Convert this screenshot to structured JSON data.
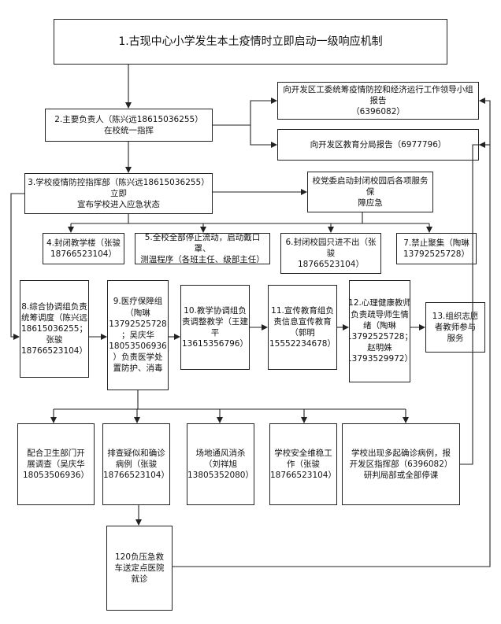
{
  "nodes": {
    "n1": "1.古现中心小学发生本土疫情时立即启动一级响应机制",
    "n2": "2.主要负责人（陈兴远18615036255）\n在校统一指挥",
    "n3": "3.学校疫情防控指挥部（陈兴远18615036255）立即\n宣布学校进入应急状态",
    "r1": "向开发区工委统筹疫情防控和经济运行工作领导小组报告\n（6396082）",
    "r2": "向开发区教育分局报告（6977796）",
    "r3": "校党委启动封闭校园后各项服务保\n障应急",
    "s4": "4.封闭教学楼（张骏\n18766523104）",
    "s5": "5.全校全部停止流动，启动戴口罩、\n测温程序（各班主任、级部主任）",
    "s6": "6.封闭校园只进不出（张骏\n18766523104）",
    "s7": "7.禁止聚集（陶琳\n13792525728）",
    "g8": "8.综合协调组负责\n统筹调度（陈兴远\n18615036255；\n张骏\n18766523104）",
    "g9": "9.医疗保障组\n（陶琳\n13792525728\n；吴庆华\n18053506936\n）负责医学处\n置防护、消毒",
    "g10": "10.教学协调组负\n责调整教学（王建\n平\n13615356796）",
    "g11": "11.宣传教育组负\n责信息宣传教育\n（郭明\n15552234678）",
    "g12": "12.心理健康教师\n负责疏导师生情\n绪（陶琳\n13792525728；\n赵明姝\n13793529972）",
    "g13": "13.组织志愿\n者教师参与\n服务",
    "b1": "配合卫生部门开\n展调查（吴庆华\n18053506936）",
    "b2": "排查疑似和确诊\n病例（张骏\n18766523104）",
    "b3": "场地通风消杀\n（刘祥旭\n13805352080）",
    "b4": "学校安全维稳工\n作（张骏\n18766523104）",
    "b5": "学校出现多起确诊病例，报\n开发区指挥部（6396082）\n研判局部或全部停课",
    "b6": "120负压急救\n车送定点医院\n就诊"
  }
}
